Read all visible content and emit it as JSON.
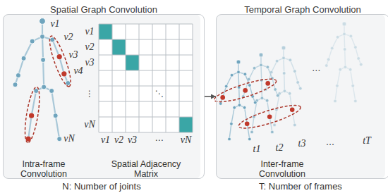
{
  "diagram": {
    "nodes": [
      {
        "text": [
          "Spatial Graph Convolution"
        ]
      },
      {
        "text": [
          "Temporal Graph Convolution"
        ]
      }
    ],
    "edges": [
      {
        "from": 0,
        "to": 1,
        "arrow": "to"
      }
    ],
    "labels": [
      "v1",
      "v2",
      "v3",
      "v4",
      "vN",
      "v1",
      "v2",
      "v3",
      "⋮",
      "vN",
      "⋱",
      "v1",
      "v2",
      "v3",
      "⋯",
      "vN",
      "Intra-frame Convolution",
      "Spatial Adjacency Matrix",
      "N: Number of joints",
      "⋯",
      "t1",
      "t2",
      "t3",
      "…",
      "tT",
      "Inter-frame Convolution",
      "T: Number of frames"
    ]
  }
}
